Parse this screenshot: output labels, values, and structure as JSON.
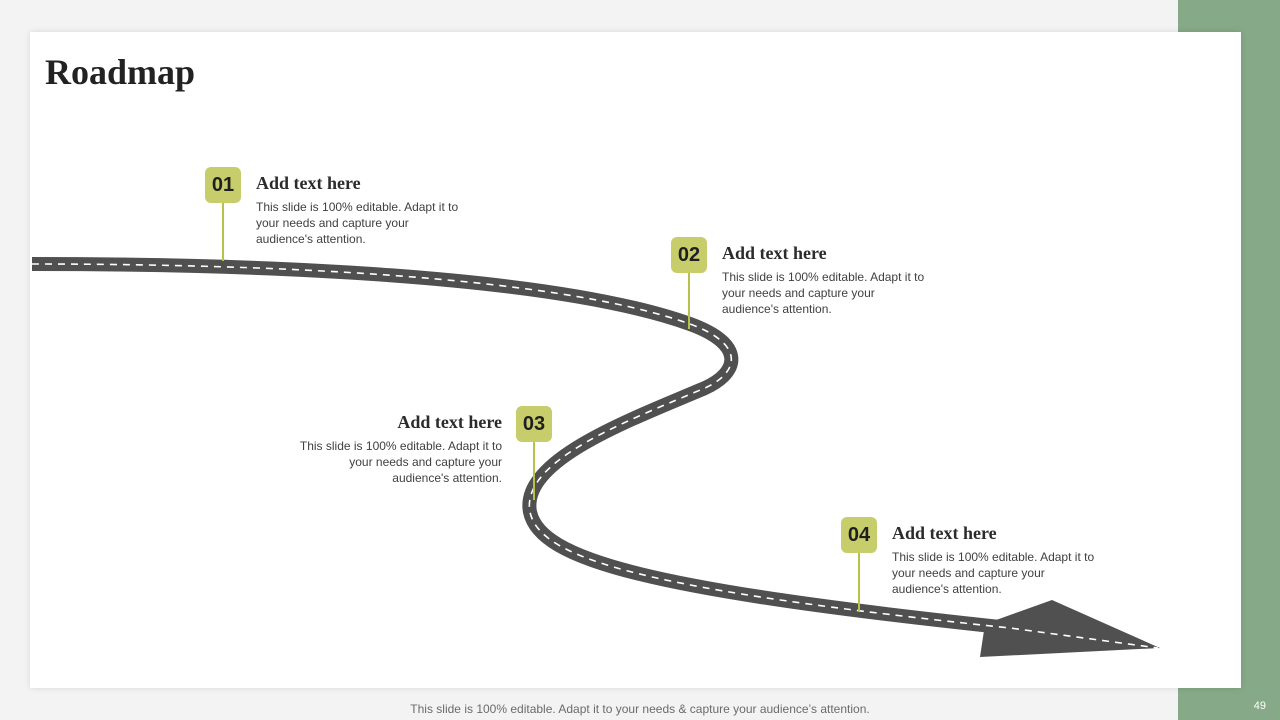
{
  "slide": {
    "title": "Roadmap",
    "page_number": "49",
    "footer": "This slide is 100% editable. Adapt it to your needs & capture your audience’s attention."
  },
  "milestones": [
    {
      "number": "01",
      "heading": "Add text here",
      "text": "This slide is 100% editable. Adapt it to your needs and capture your audience's attention."
    },
    {
      "number": "02",
      "heading": "Add text here",
      "text": "This slide is 100% editable. Adapt it to your needs and capture your audience's attention."
    },
    {
      "number": "03",
      "heading": "Add text here",
      "text": "This slide is 100% editable. Adapt it to your needs and capture your audience's attention."
    },
    {
      "number": "04",
      "heading": "Add text here",
      "text": "This slide is 100% editable. Adapt it to your needs and capture your audience's attention."
    }
  ],
  "colors": {
    "accent": "#c7cd6b",
    "side_band": "#86a987",
    "road": "#505050"
  }
}
